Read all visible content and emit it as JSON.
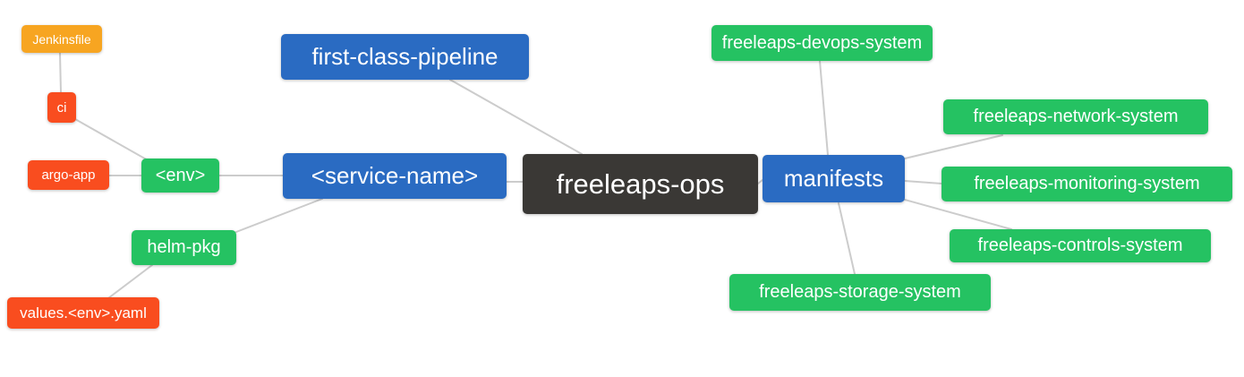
{
  "diagram": {
    "type": "mindmap",
    "root": "freeleaps-ops",
    "palette": {
      "root_bg": "#3a3835",
      "level1_bg": "#2a6bc2",
      "level2_bg": "#25c262",
      "level3_bg": "#f94d1f",
      "level4_bg": "#f7a521",
      "edge": "#cccccc",
      "text": "#ffffff",
      "background": "#ffffff"
    },
    "nodes": [
      {
        "id": "freeleaps-ops",
        "label": "freeleaps-ops",
        "level": 0,
        "color": "#3a3835"
      },
      {
        "id": "first-class-pipeline",
        "label": "first-class-pipeline",
        "level": 1,
        "color": "#2a6bc2"
      },
      {
        "id": "service-name",
        "label": "<service-name>",
        "level": 1,
        "color": "#2a6bc2"
      },
      {
        "id": "manifests",
        "label": "manifests",
        "level": 1,
        "color": "#2a6bc2"
      },
      {
        "id": "env",
        "label": "<env>",
        "level": 2,
        "color": "#25c262"
      },
      {
        "id": "helm-pkg",
        "label": "helm-pkg",
        "level": 2,
        "color": "#25c262"
      },
      {
        "id": "ci",
        "label": "ci",
        "level": 3,
        "color": "#f94d1f"
      },
      {
        "id": "argo-app",
        "label": "argo-app",
        "level": 3,
        "color": "#f94d1f"
      },
      {
        "id": "jenkinsfile",
        "label": "Jenkinsfile",
        "level": 4,
        "color": "#f7a521"
      },
      {
        "id": "values-env-yaml",
        "label": "values.<env>.yaml",
        "level": 3,
        "color": "#f94d1f"
      },
      {
        "id": "freeleaps-devops-system",
        "label": "freeleaps-devops-system",
        "level": 2,
        "color": "#25c262"
      },
      {
        "id": "freeleaps-network-system",
        "label": "freeleaps-network-system",
        "level": 2,
        "color": "#25c262"
      },
      {
        "id": "freeleaps-monitoring-system",
        "label": "freeleaps-monitoring-system",
        "level": 2,
        "color": "#25c262"
      },
      {
        "id": "freeleaps-controls-system",
        "label": "freeleaps-controls-system",
        "level": 2,
        "color": "#25c262"
      },
      {
        "id": "freeleaps-storage-system",
        "label": "freeleaps-storage-system",
        "level": 2,
        "color": "#25c262"
      }
    ],
    "edges": [
      {
        "from": "freeleaps-ops",
        "to": "first-class-pipeline"
      },
      {
        "from": "freeleaps-ops",
        "to": "service-name"
      },
      {
        "from": "freeleaps-ops",
        "to": "manifests"
      },
      {
        "from": "service-name",
        "to": "env"
      },
      {
        "from": "service-name",
        "to": "helm-pkg"
      },
      {
        "from": "env",
        "to": "ci"
      },
      {
        "from": "env",
        "to": "argo-app"
      },
      {
        "from": "ci",
        "to": "jenkinsfile"
      },
      {
        "from": "helm-pkg",
        "to": "values-env-yaml"
      },
      {
        "from": "manifests",
        "to": "freeleaps-devops-system"
      },
      {
        "from": "manifests",
        "to": "freeleaps-network-system"
      },
      {
        "from": "manifests",
        "to": "freeleaps-monitoring-system"
      },
      {
        "from": "manifests",
        "to": "freeleaps-controls-system"
      },
      {
        "from": "manifests",
        "to": "freeleaps-storage-system"
      }
    ]
  }
}
